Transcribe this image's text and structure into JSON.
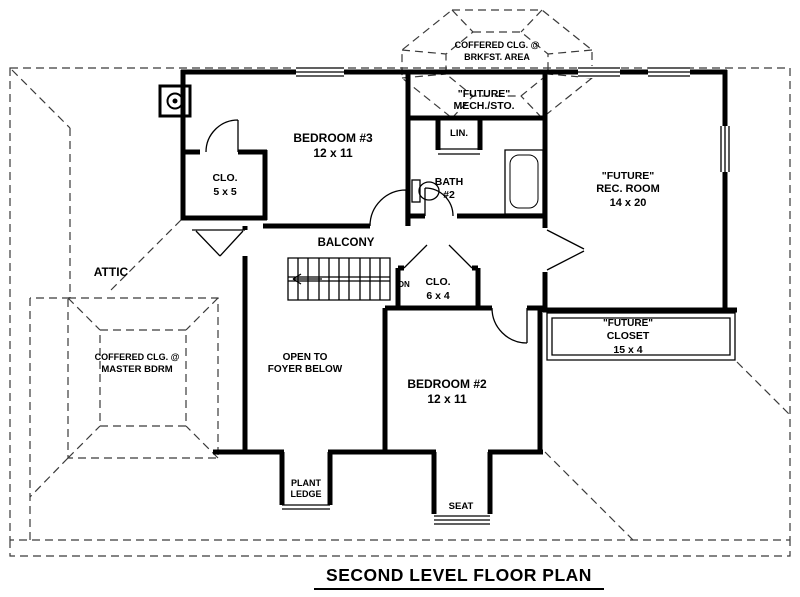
{
  "title": "SECOND LEVEL FLOOR PLAN",
  "colors": {
    "wall": "#000000",
    "background": "#ffffff",
    "roof_dash": "#3a3a3a"
  },
  "rooms": {
    "brkfst": {
      "line1": "COFFERED CLG. @",
      "line2": "BRKFST. AREA"
    },
    "mech": {
      "line1": "\"FUTURE\"",
      "line2": "MECH./STO."
    },
    "lin": {
      "label": "LIN."
    },
    "bedroom3": {
      "name": "BEDROOM #3",
      "size": "12 x 11"
    },
    "clo5": {
      "name": "CLO.",
      "size": "5 x 5"
    },
    "bath2": {
      "line1": "BATH",
      "line2": "#2"
    },
    "rec": {
      "line1": "\"FUTURE\"",
      "line2": "REC. ROOM",
      "size": "14 x 20"
    },
    "balcony": {
      "name": "BALCONY"
    },
    "stairs": {
      "dn": "DN"
    },
    "attic": {
      "name": "ATTIC"
    },
    "clo6": {
      "name": "CLO.",
      "size": "6 x 4"
    },
    "futureCloset": {
      "line1": "\"FUTURE\"",
      "line2": "CLOSET",
      "size": "15 x 4"
    },
    "master": {
      "line1": "COFFERED CLG. @",
      "line2": "MASTER BDRM"
    },
    "foyer": {
      "line1": "OPEN TO",
      "line2": "FOYER BELOW"
    },
    "bedroom2": {
      "name": "BEDROOM #2",
      "size": "12 x 11"
    },
    "plantLedge": {
      "line1": "PLANT",
      "line2": "LEDGE"
    },
    "seat": {
      "name": "SEAT"
    }
  }
}
